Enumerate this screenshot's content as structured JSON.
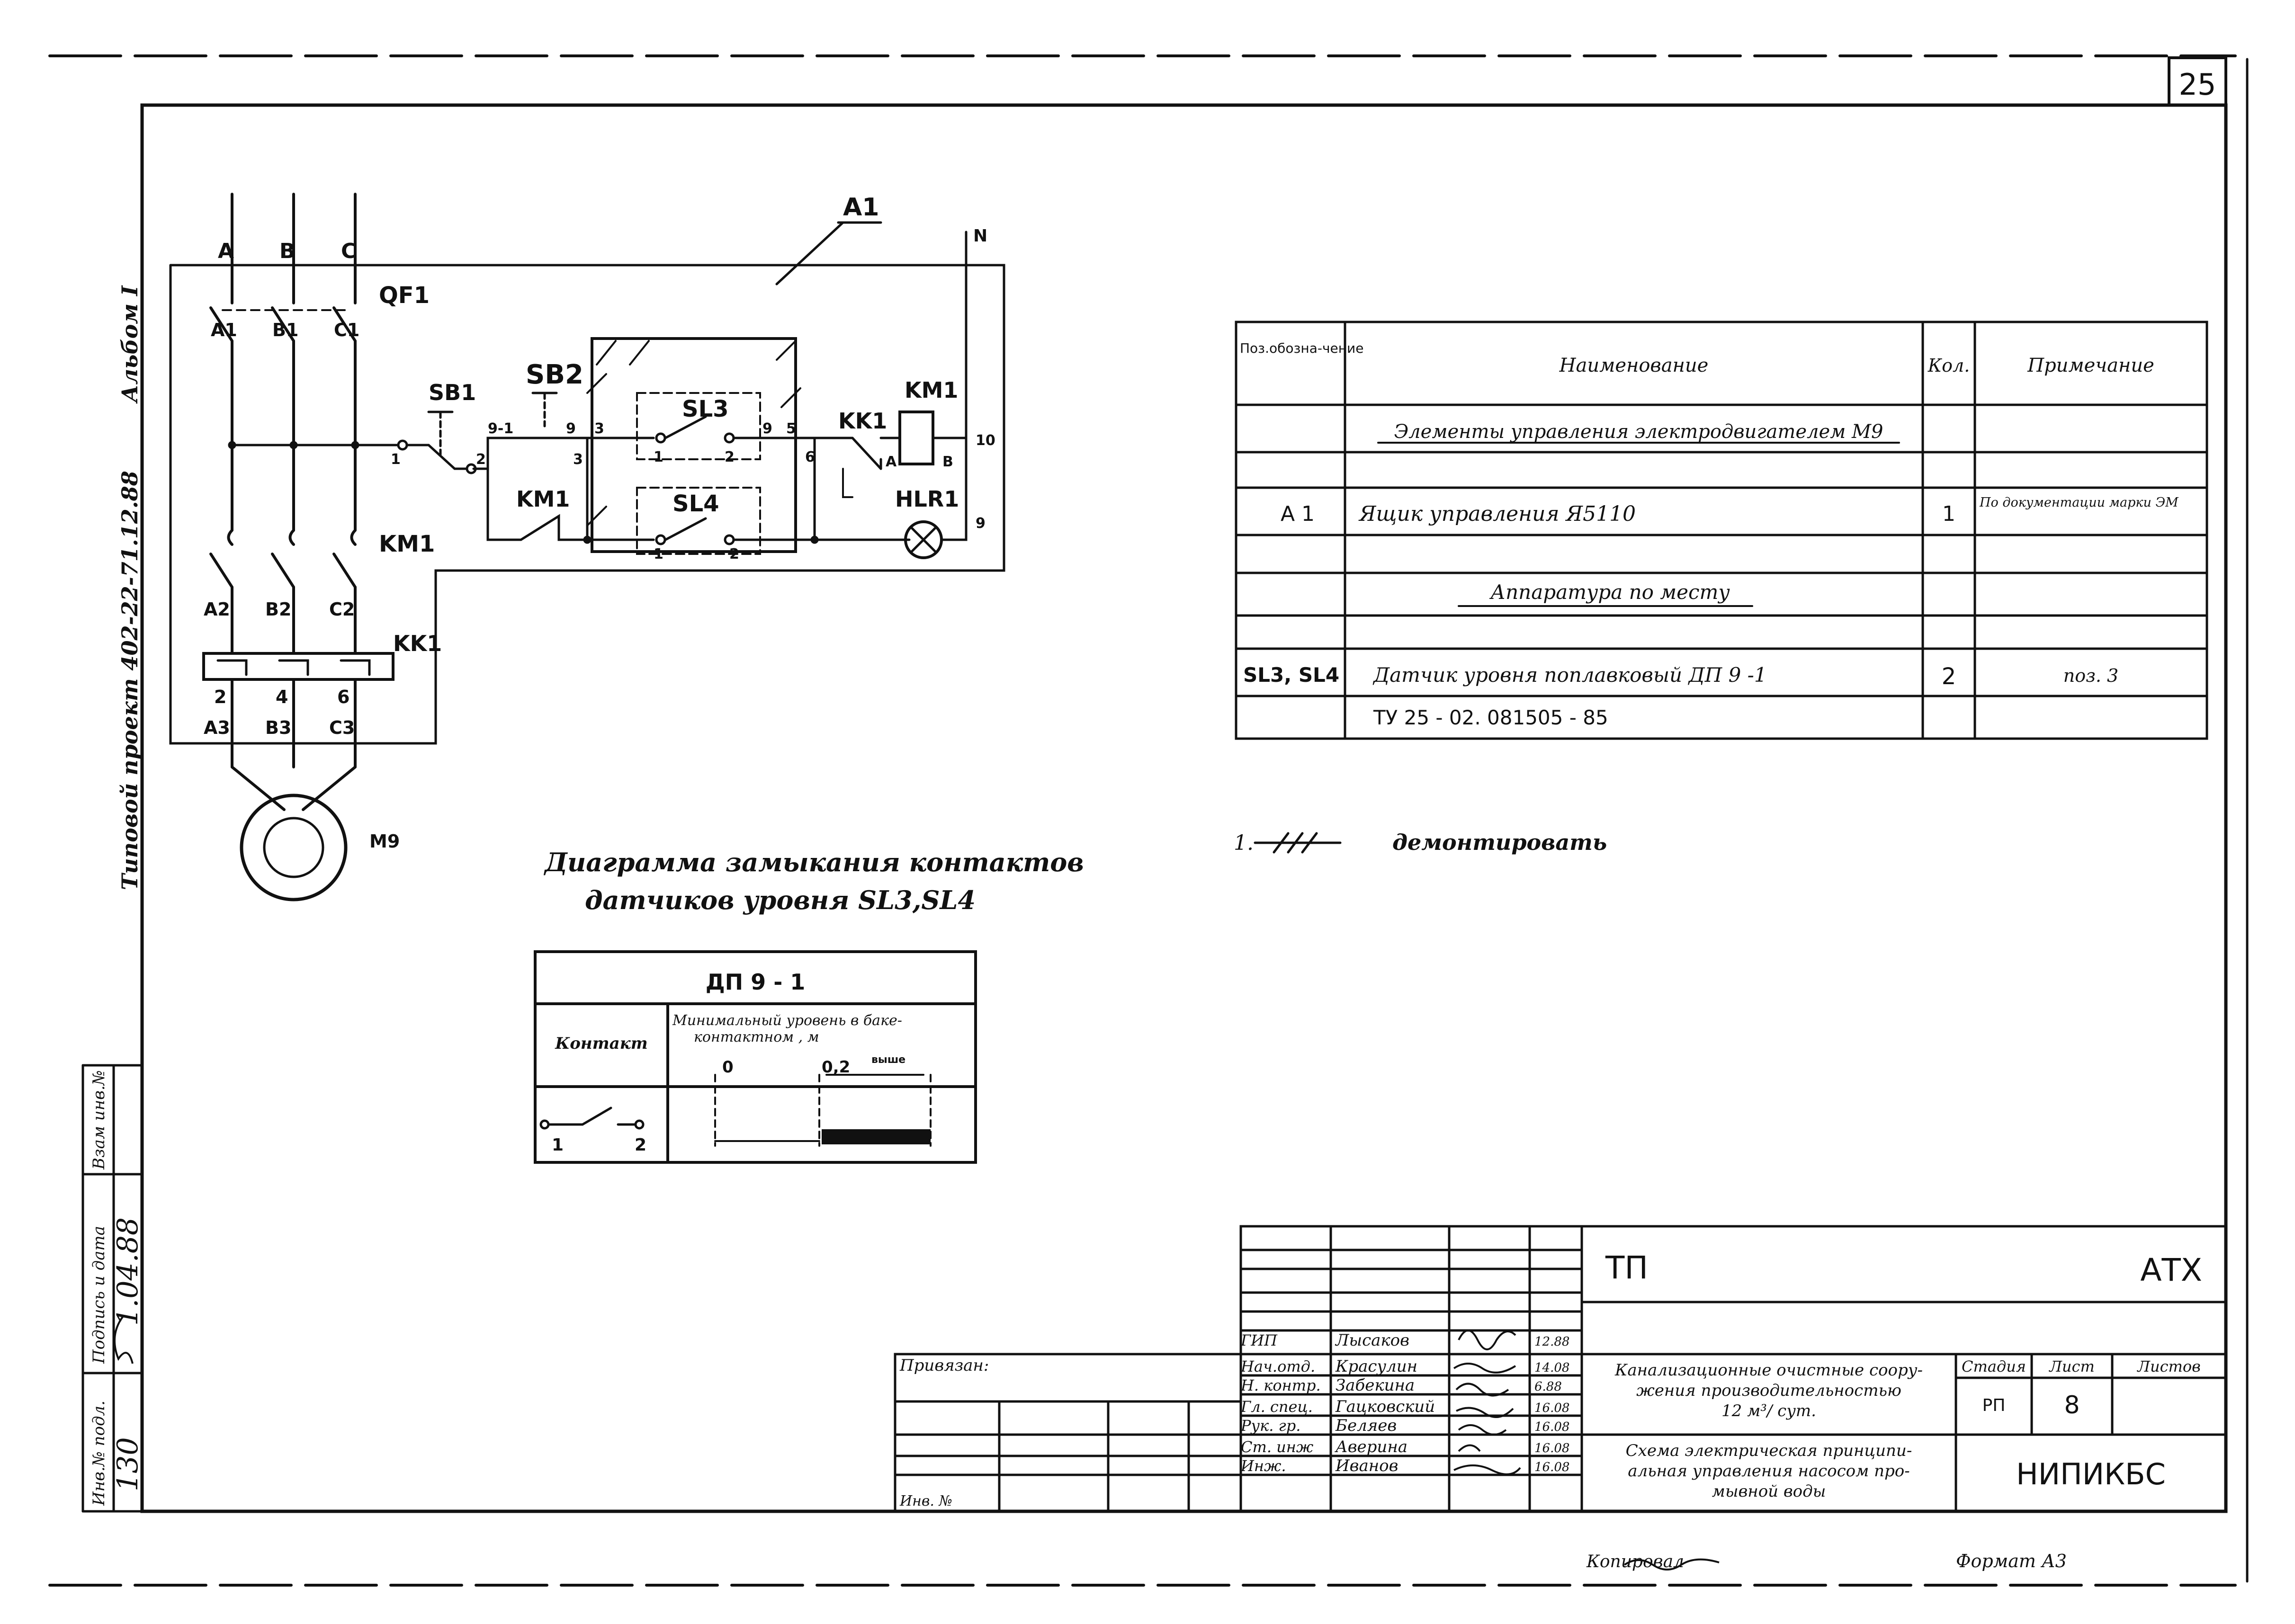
{
  "sheet": {
    "page_number": "25",
    "album": "Альбом I",
    "project_code": "Типовой проект  402-22-71.12.88",
    "copied_by": "Копировал",
    "format": "Формат  А3"
  },
  "left_stamp": {
    "inv_podl": "Инв.№ подл.",
    "podpis": "Подпись и дата",
    "vzam": "Взам инв.№",
    "inv_value": "130",
    "date_value": "1.04.88"
  },
  "schematic": {
    "phases": [
      "A",
      "B",
      "C"
    ],
    "neutral": "N",
    "box_label": "A1",
    "breaker": "QF1",
    "breaker_terms_top": [
      "A1",
      "B1",
      "C1"
    ],
    "contactor": "KM1",
    "contactor_terms_bottom": [
      "A2",
      "B2",
      "C2"
    ],
    "overload": "KK1",
    "overload_nums": [
      "2",
      "4",
      "6"
    ],
    "motor_terms": [
      "A3",
      "B3",
      "C3"
    ],
    "motor": "M9",
    "sb1": "SB1",
    "sb2": "SB2",
    "sl3": "SL3",
    "sl4": "SL4",
    "km1_aux": "KM1",
    "kk1_aux": "KK1",
    "km1_coil": "KM1",
    "hlr1": "HLR1",
    "node_labels": [
      "1",
      "2",
      "9-1",
      "9",
      "3",
      "3",
      "1",
      "2",
      "9",
      "5",
      "6",
      "A",
      "B",
      "10",
      "9",
      "1",
      "2"
    ]
  },
  "spec_table": {
    "headers": [
      "Поз.обозна-чение",
      "Наименование",
      "Кол.",
      "Примечание"
    ],
    "section1": "Элементы управления электродвигателем М9",
    "row_a1": {
      "pos": "A 1",
      "name": "Ящик управления Я5110",
      "qty": "1",
      "note": "По документации марки ЭМ"
    },
    "section2": "Аппаратура по месту",
    "row_sl": {
      "pos": "SL3, SL4",
      "name": "Датчик уровня поплавковый ДП 9 -1",
      "qty": "2",
      "note": "поз. 3"
    },
    "row_tu": "ТУ 25 - 02. 081505  -  85"
  },
  "note": {
    "number": "1.",
    "text": "демонтировать"
  },
  "diagram": {
    "title_line1": "Диаграмма замыкания контактов",
    "title_line2": "датчиков уровня SL3,SL4",
    "table_title": "ДП 9 - 1",
    "col1": "Контакт",
    "col2_line1": "Минимальный уровень в баке-",
    "col2_line2": "контактном , м",
    "tick0": "0",
    "tick1": "0,2",
    "tick2": "выше",
    "contact_1": "1",
    "contact_2": "2"
  },
  "title_block": {
    "privyazan": "Привязан:",
    "inv_no": "Инв. №",
    "roles": [
      "ГИП",
      "Нач.отд.",
      "Н. контр.",
      "Гл. спец.",
      "Рук. гр.",
      "Ст. инж",
      "Инж."
    ],
    "names": [
      "Лысаков",
      "Красулин",
      "Забекина",
      "Гацковский",
      "Беляев",
      "Аверина",
      "Иванов"
    ],
    "dates": [
      "12.88",
      "14.08",
      "6.88",
      "16.08",
      "16.08",
      "16.08",
      "16.08"
    ],
    "tp": "ТП",
    "atx": "АТХ",
    "object_line1": "Канализационные очистные соору-",
    "object_line2": "жения производительностью",
    "object_line3": "12 м³/ сут.",
    "sheet_line1": "Схема электрическая принципи-",
    "sheet_line2": "альная управления насосом про-",
    "sheet_line3": "мывной  воды",
    "stage_h": "Стадия",
    "list_h": "Лист",
    "lists_h": "Листов",
    "stage": "РП",
    "list": "8",
    "org": "НИПИКБС"
  }
}
